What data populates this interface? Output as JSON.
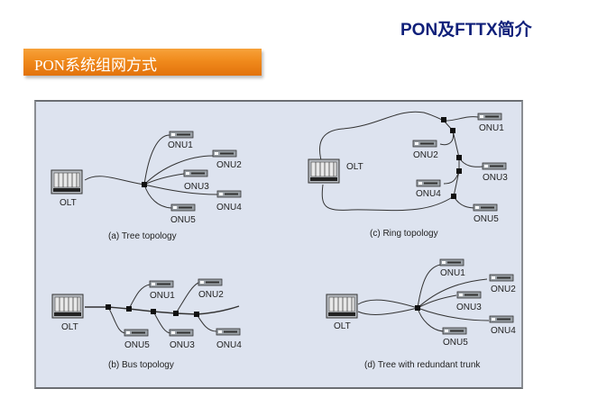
{
  "header": {
    "title": "PON及FTTX简介",
    "section": "PON系统组网方式"
  },
  "colors": {
    "title": "#10207a",
    "section_bar": "#f08a1c",
    "panel_bg": "#dde3ef"
  },
  "diagrams": {
    "tree": {
      "caption": "(a) Tree topology",
      "olt": "OLT",
      "onus": [
        "ONU1",
        "ONU2",
        "ONU3",
        "ONU4",
        "ONU5"
      ]
    },
    "ring": {
      "caption": "(c) Ring topology",
      "olt": "OLT",
      "onus": [
        "ONU1",
        "ONU2",
        "ONU3",
        "ONU4",
        "ONU5"
      ]
    },
    "bus": {
      "caption": "(b) Bus topology",
      "olt": "OLT",
      "onus": [
        "ONU1",
        "ONU2",
        "ONU5",
        "ONU3",
        "ONU4"
      ]
    },
    "redundant": {
      "caption": "(d) Tree with redundant trunk",
      "olt": "OLT",
      "onus": [
        "ONU1",
        "ONU2",
        "ONU3",
        "ONU4",
        "ONU5"
      ]
    }
  }
}
